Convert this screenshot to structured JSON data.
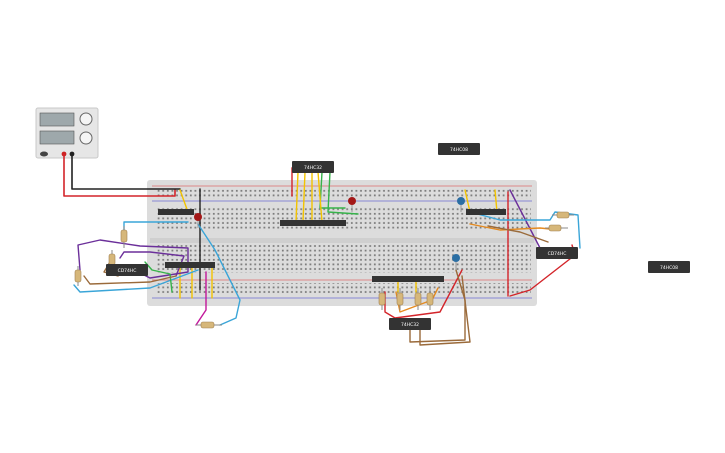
{
  "app": {
    "name": "circuit-simulator-canvas"
  },
  "colors": {
    "background": "#ffffff",
    "breadboard": "#dcdcdc",
    "chip": "#333333",
    "wire_red": "#d3242a",
    "wire_black": "#222222",
    "wire_yellow": "#f2c300",
    "wire_purple": "#6b2f9a",
    "wire_blue": "#3aa5d8",
    "wire_green": "#36b34a",
    "wire_brown": "#9a6a3a",
    "wire_orange": "#e58a1f",
    "wire_magenta": "#c2189b",
    "led_red": "#a31717",
    "led_blue": "#2b6ea3"
  },
  "power_supply": {
    "name": "power-supply"
  },
  "chips": [
    {
      "id": "chip-top-left-center",
      "label": "74HC32"
    },
    {
      "id": "chip-top-right-standalone",
      "label": "74HC08"
    },
    {
      "id": "chip-left-offboard",
      "label": "CD74HC"
    },
    {
      "id": "chip-right-offboard",
      "label": "CD74HC"
    },
    {
      "id": "chip-bottom-center",
      "label": "74HC32"
    },
    {
      "id": "chip-far-right-standalone",
      "label": "74HC08"
    }
  ],
  "leds": [
    {
      "id": "led-red-left",
      "color": "red"
    },
    {
      "id": "led-red-center",
      "color": "red"
    },
    {
      "id": "led-blue-right-top",
      "color": "blue"
    },
    {
      "id": "led-blue-right-bottom",
      "color": "blue"
    }
  ]
}
